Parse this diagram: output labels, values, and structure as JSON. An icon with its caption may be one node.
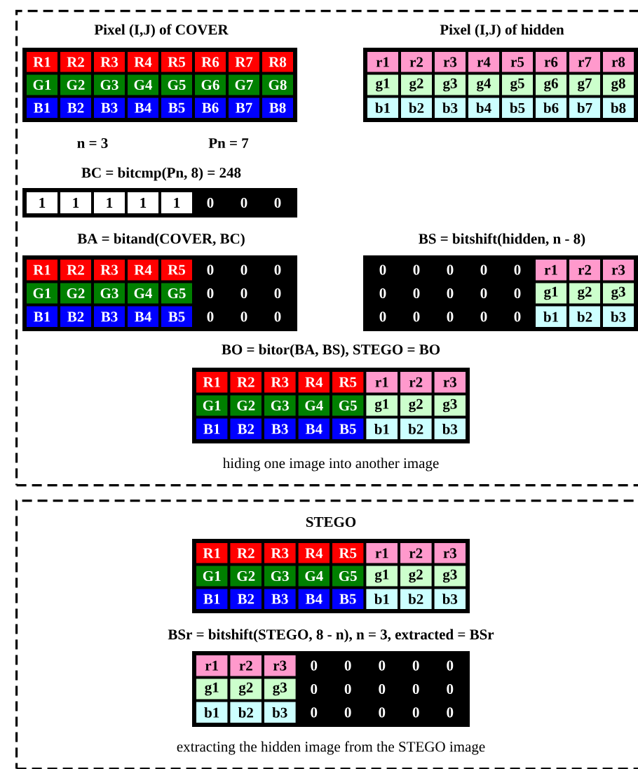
{
  "diagram": {
    "nodes": [
      {
        "text": [
          "hiding one image into another image"
        ]
      },
      {
        "text": [
          "extracting the hidden image from the STEGO image"
        ]
      }
    ],
    "labels": [
      "Pixel (I,J) of COVER",
      "Pixel (I,J) of hidden",
      "R1",
      "R2",
      "R3",
      "R4",
      "R5",
      "R6",
      "R7",
      "R8",
      "G1",
      "G2",
      "G3",
      "G4",
      "G5",
      "G6",
      "G7",
      "G8",
      "B1",
      "B2",
      "B3",
      "B4",
      "B5",
      "B6",
      "B7",
      "B8",
      "r1",
      "r2",
      "r3",
      "r4",
      "r5",
      "r6",
      "r7",
      "r8",
      "g1",
      "g2",
      "g3",
      "g4",
      "g5",
      "g6",
      "g7",
      "g8",
      "b1",
      "b2",
      "b3",
      "b4",
      "b5",
      "b6",
      "b7",
      "b8",
      "n = 3",
      "Pn = 7",
      "BC = bitcmp(Pn, 8) = 248",
      "1",
      "1",
      "1",
      "1",
      "1",
      "0",
      "0",
      "0",
      "BA = bitand(COVER, BC)",
      "BS = bitshift(hidden, n - 8)",
      "R1",
      "R2",
      "R3",
      "R4",
      "R5",
      "0",
      "0",
      "0",
      "G1",
      "G2",
      "G3",
      "G4",
      "G5",
      "0",
      "0",
      "0",
      "B1",
      "B2",
      "B3",
      "B4",
      "B5",
      "0",
      "0",
      "0",
      "0",
      "0",
      "0",
      "0",
      "0",
      "r1",
      "r2",
      "r3",
      "0",
      "0",
      "0",
      "0",
      "0",
      "g1",
      "g2",
      "g3",
      "0",
      "0",
      "0",
      "0",
      "0",
      "b1",
      "b2",
      "b3",
      "BO = bitor(BA, BS), STEGO = BO",
      "R1",
      "R2",
      "R3",
      "R4",
      "R5",
      "r1",
      "r2",
      "r3",
      "G1",
      "G2",
      "G3",
      "G4",
      "G5",
      "g1",
      "g2",
      "g3",
      "B1",
      "B2",
      "B3",
      "B4",
      "B5",
      "b1",
      "b2",
      "b3",
      "STEGO",
      "R1",
      "R2",
      "R3",
      "R4",
      "R5",
      "r1",
      "r2",
      "r3",
      "G1",
      "G2",
      "G3",
      "G4",
      "G5",
      "g1",
      "g2",
      "g3",
      "B1",
      "B2",
      "B3",
      "B4",
      "B5",
      "b1",
      "b2",
      "b3",
      "BSr = bitshift(STEGO, 8 - n), n = 3, extracted = BSr",
      "r1",
      "r2",
      "r3",
      "0",
      "0",
      "0",
      "0",
      "0",
      "g1",
      "g2",
      "g3",
      "0",
      "0",
      "0",
      "0",
      "0",
      "b1",
      "b2",
      "b3",
      "0",
      "0",
      "0",
      "0",
      "0"
    ]
  }
}
